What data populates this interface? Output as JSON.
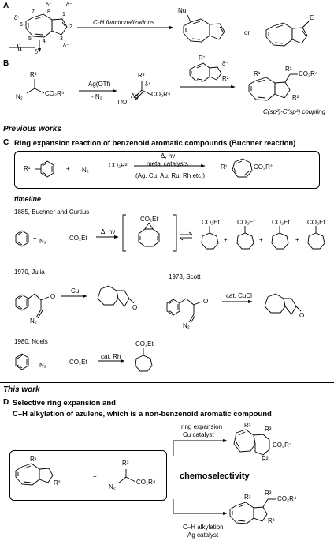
{
  "panels": {
    "A": {
      "label": "A",
      "ring_numbers": [
        "1",
        "2",
        "3",
        "4",
        "5",
        "6",
        "7",
        "8"
      ],
      "partial_charges": [
        "δ⁺",
        "δ⁻",
        "δ⁺",
        "δ⁻",
        "δ⁺"
      ],
      "arrow_text": "C-H functionalizations",
      "product_sub_1": "Nu",
      "or_text": "or",
      "product_sub_2": "E"
    },
    "B": {
      "label": "B",
      "reagent_R3": "R³",
      "reagent_N2": "N₂",
      "reagent_ester": "CO₂R⁴",
      "catalyst_1": "Ag(OTf)",
      "catalyst_2": "- N₂",
      "carbene_TfO": "TfO",
      "carbene_Ag": "Ag",
      "carbene_R3": "R³",
      "carbene_charge": "δ⁺",
      "carbene_ester": "CO₂R⁴",
      "azulene_R1": "R¹",
      "azulene_R2": "R²",
      "azulene_charge": "δ⁻",
      "product_R1": "R¹",
      "product_R3": "R³",
      "product_ester": "CO₂R⁴",
      "product_R2": "R²",
      "coupling_text": "C(sp²)-C(sp³) coupling"
    },
    "C": {
      "label": "C",
      "title": "Ring expansion reaction of benzenoid aromatic compounds (Buchner reaction)",
      "box_R1": "R¹",
      "box_plus": "+",
      "box_N2": "N₂",
      "box_ester": "CO₂R²",
      "box_cond_1": "Δ, hν",
      "box_cond_2": "metal catalysts",
      "box_cond_3": "(Ag, Cu, Au, Ru, Rh etc.)",
      "box_prod_R1": "R¹",
      "box_prod_ester": "CO₂R²",
      "timeline_head": "timeline",
      "e1885": "1885, Buchner and Curtius",
      "e1885_plus": "+",
      "e1885_N2": "N₂",
      "e1885_ester": "CO₂Et",
      "e1885_cond": "Δ, hν",
      "e1885_intermediate": "CO₂Et",
      "e1885_products": [
        "CO₂Et",
        "CO₂Et",
        "CO₂Et",
        "CO₂Et"
      ],
      "e1970": "1970, Julia",
      "e1970_O": "O",
      "e1970_N2": "N₂",
      "e1970_cond": "Cu",
      "e1970_prodO": "O",
      "e1973": "1973, Scott",
      "e1973_O": "O",
      "e1973_N2": "N₂",
      "e1973_cond": "cat. CuCl",
      "e1973_prodO": "O",
      "e1980": "1980, Noels",
      "e1980_plus": "+",
      "e1980_N2": "N₂",
      "e1980_ester": "CO₂Et",
      "e1980_cond": "cat. Rh",
      "e1980_prod": "CO₂Et"
    },
    "D": {
      "label": "D",
      "title_1": "Selective ring expansion and",
      "title_2": "C–H alkylation of azulene, which is a non-benzenoid aromatic compound",
      "R1": "R¹",
      "R2": "R²",
      "plus": "+",
      "R3": "R³",
      "N2": "N₂",
      "ester": "CO₂R⁴",
      "upper_cond_1": "ring expansion",
      "upper_cond_2": "Cu catalyst",
      "upper_R1": "R¹",
      "upper_ester": "CO₂R⁴",
      "upper_R3": "R³",
      "upper_R2": "R²",
      "chemoselectivity": "chemoselectivity",
      "lower_cond_1": "C–H alkylation",
      "lower_cond_2": "Ag catalyst",
      "lower_R1": "R¹",
      "lower_R3": "R³",
      "lower_ester": "CO₂R⁴",
      "lower_R2": "R²"
    }
  },
  "sections": {
    "previous": "Previous works",
    "this_work": "This work"
  }
}
